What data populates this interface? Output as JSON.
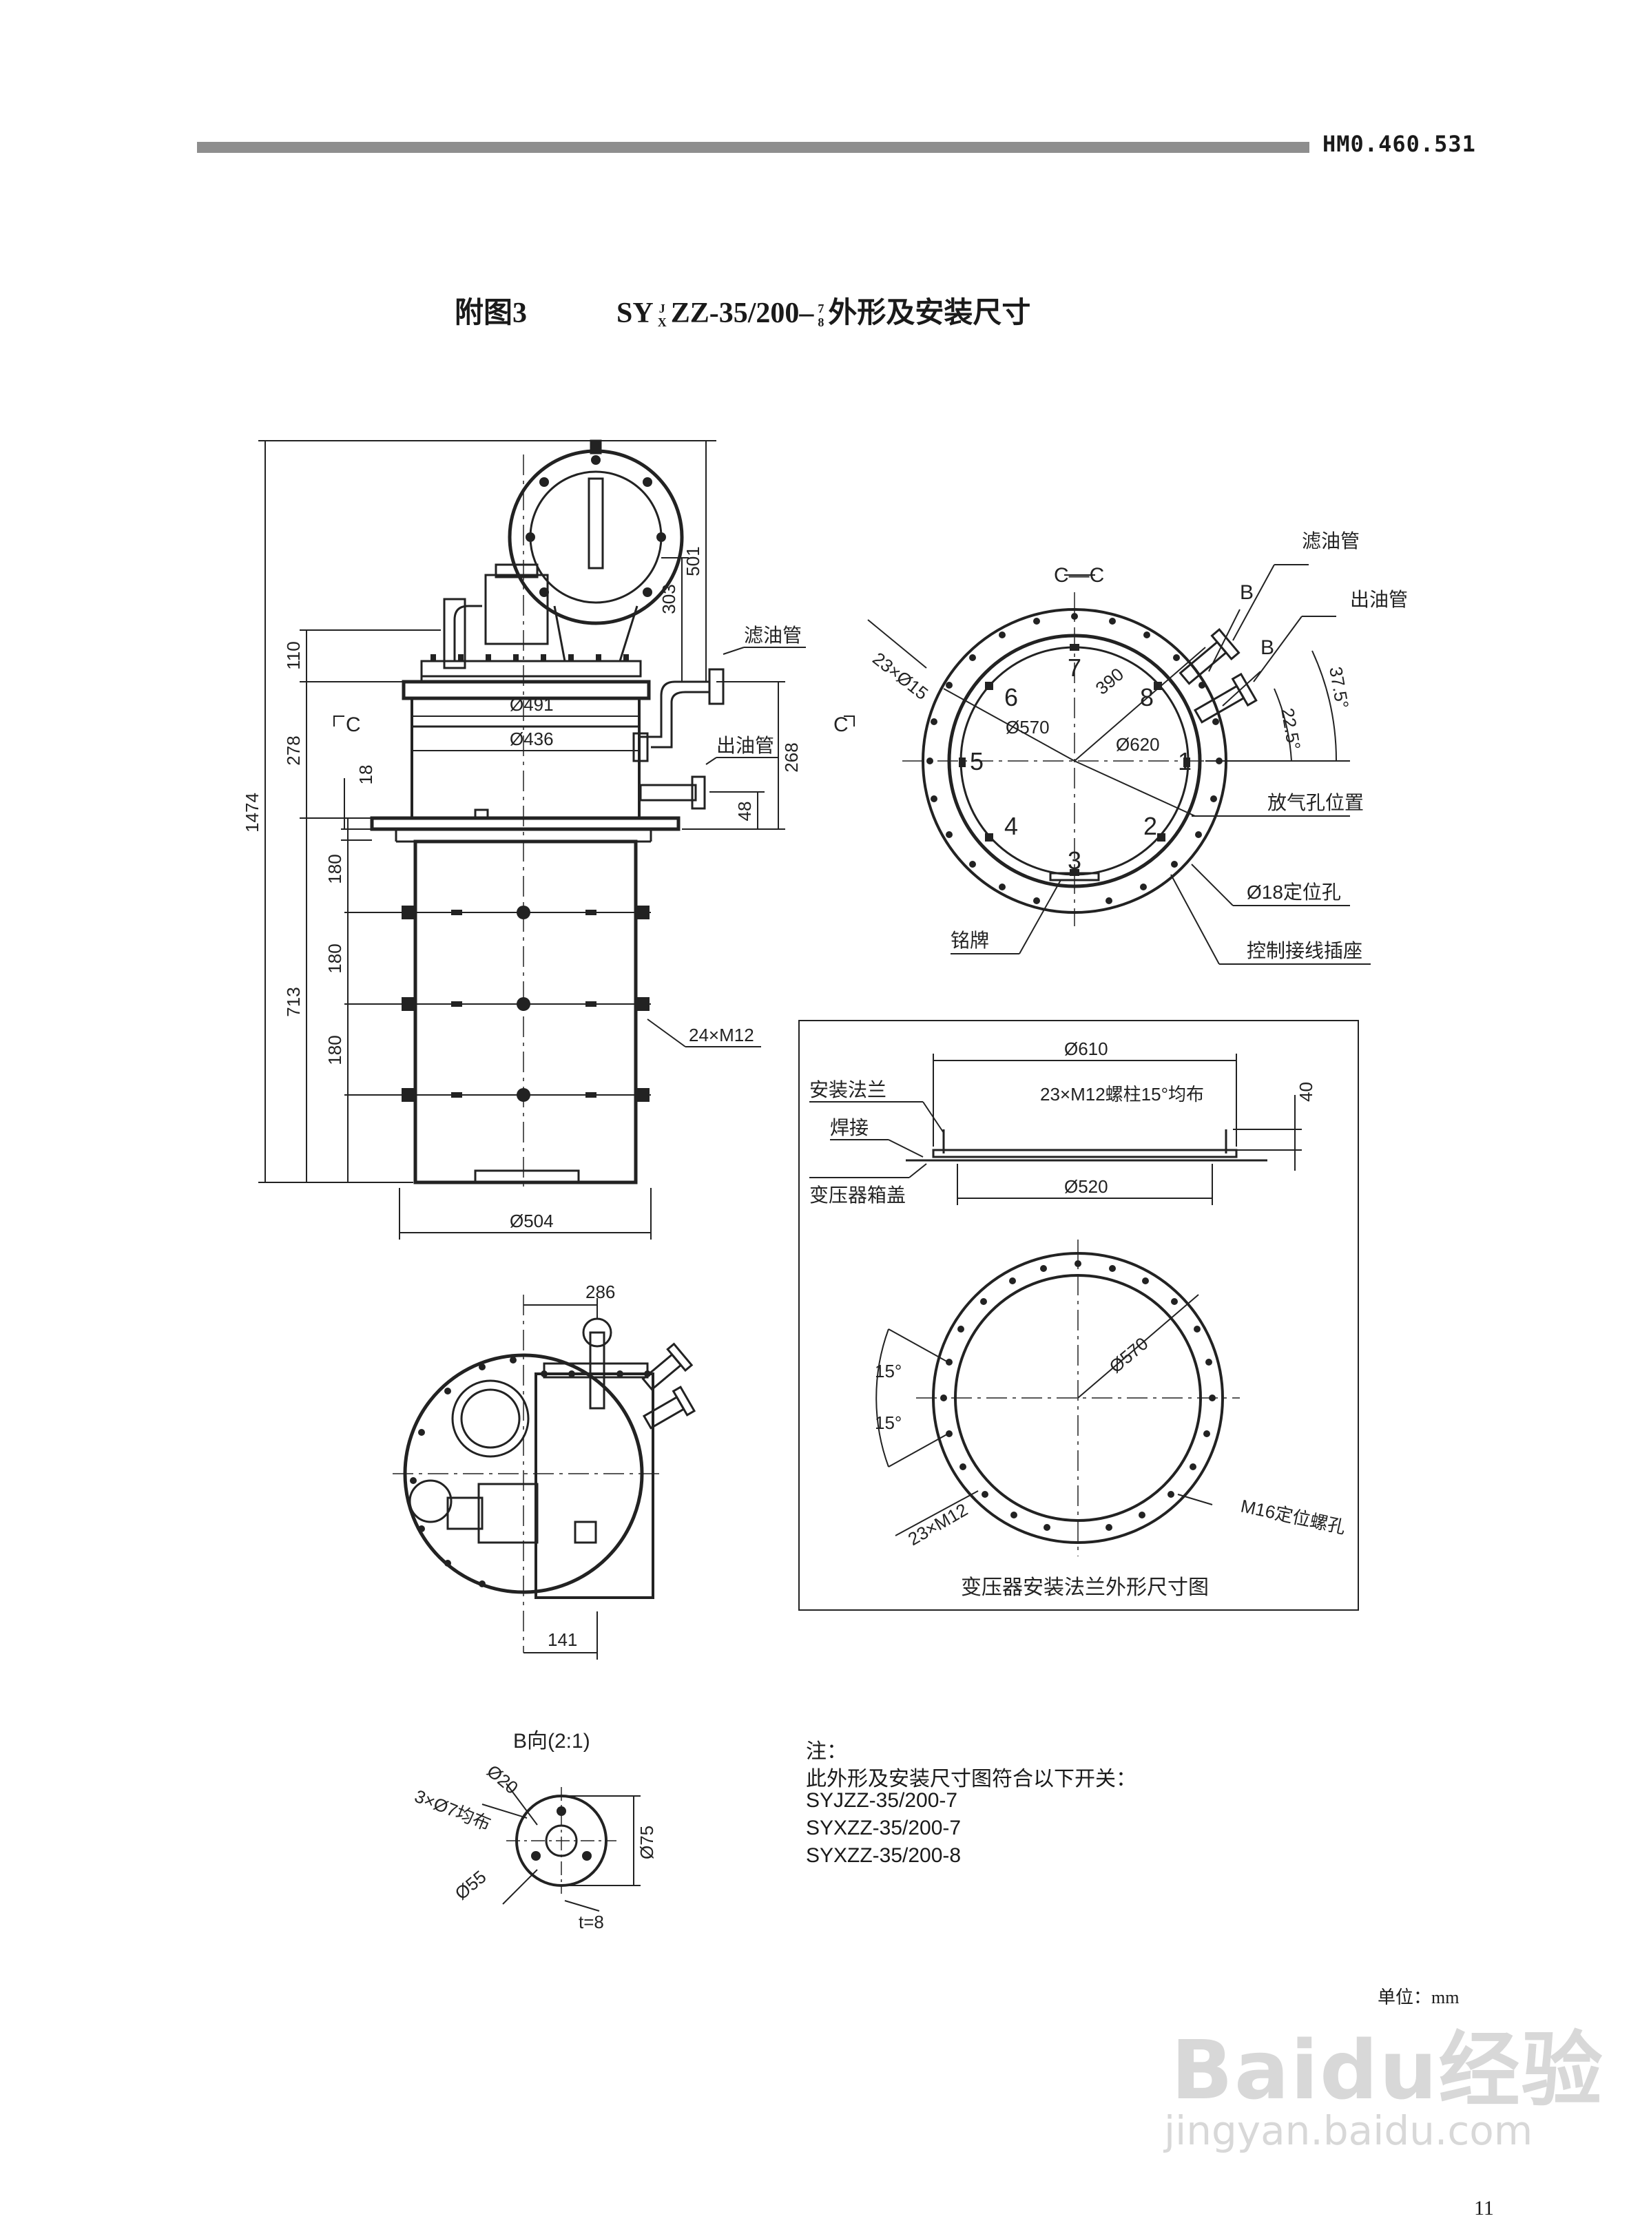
{
  "header": {
    "doc_code": "HM0.460.531"
  },
  "title": {
    "figure": "附图3",
    "prefix": "SY",
    "frac1_top": "J",
    "frac1_bottom": "X",
    "middle": "ZZ-35/200–",
    "frac2_top": "7",
    "frac2_bottom": "8",
    "suffix": "外形及安装尺寸"
  },
  "front_view": {
    "dims": {
      "overall_height": "1474",
      "d501": "501",
      "d303": "303",
      "d110": "110",
      "d278": "278",
      "d268": "268",
      "d18": "18",
      "d48": "48",
      "d713": "713",
      "d180a": "180",
      "d180b": "180",
      "d180c": "180",
      "dia491": "Ø491",
      "dia436": "Ø436",
      "dia504": "Ø504"
    },
    "labels": {
      "filter_pipe": "滤油管",
      "outlet_pipe": "出油管",
      "bolts": "24×M12",
      "section_left": "C",
      "section_right": "C"
    }
  },
  "section_view": {
    "title": "C—C",
    "positions": [
      "1",
      "2",
      "3",
      "4",
      "5",
      "6",
      "7",
      "8"
    ],
    "dims": {
      "holes": "23×Ø15",
      "dia570": "Ø570",
      "dia620": "Ø620",
      "r390": "390",
      "angle_375": "37.5°",
      "angle_225": "22.5°",
      "b1": "B",
      "b2": "B"
    },
    "labels": {
      "filter_pipe": "滤油管",
      "outlet_pipe": "出油管",
      "vent": "放气孔位置",
      "locating_hole": "Ø18定位孔",
      "nameplate": "铭牌",
      "control_socket": "控制接线插座"
    }
  },
  "top_view": {
    "dims": {
      "d286": "286",
      "d141": "141"
    }
  },
  "flange_box": {
    "dims": {
      "dia610": "Ø610",
      "studs": "23×M12螺柱15°均布",
      "h40": "40",
      "dia520": "Ø520",
      "dia570": "Ø570",
      "angle_a": "15°",
      "angle_b": "15°",
      "holes": "23×M12"
    },
    "labels": {
      "flange": "安装法兰",
      "weld": "焊接",
      "cover": "变压器箱盖",
      "locating_bolt": "M16定位螺孔"
    },
    "caption": "变压器安装法兰外形尺寸图"
  },
  "b_view": {
    "title": "B向(2:1)",
    "dims": {
      "dia20": "Ø20",
      "holes": "3×Ø7均布",
      "dia55": "Ø55",
      "dia75": "Ø75",
      "thickness": "t=8"
    }
  },
  "notes": {
    "heading": "注：",
    "line1": "此外形及安装尺寸图符合以下开关：",
    "models": [
      "SYJZZ-35/200-7",
      "SYXZZ-35/200-7",
      "SYXZZ-35/200-8"
    ]
  },
  "unit": "单位：mm",
  "page_number": "11",
  "watermark": {
    "brand": "Baidu经验",
    "url": "jingyan.baidu.com"
  }
}
